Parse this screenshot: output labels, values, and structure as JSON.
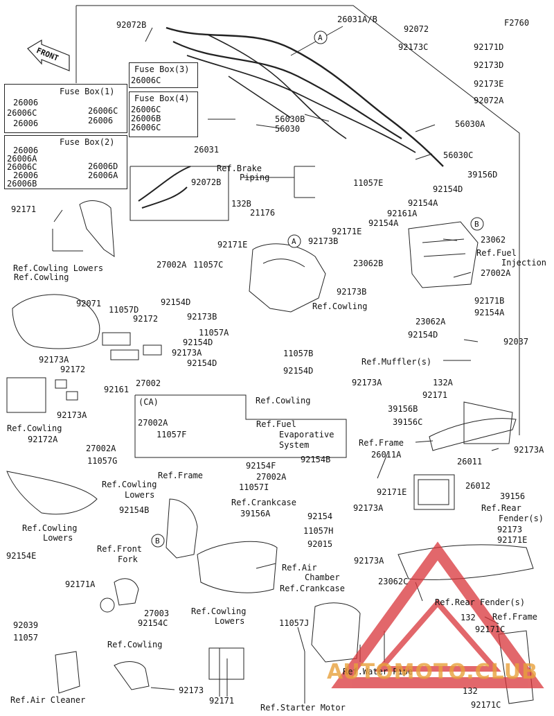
{
  "diagram_code": "F2760",
  "front_label": "FRONT",
  "fuse_box_1": {
    "title": "Fuse Box(1)",
    "parts": [
      "26006",
      "26006C",
      "26006",
      "26006C",
      "26006"
    ]
  },
  "fuse_box_2": {
    "title": "Fuse Box(2)",
    "parts": [
      "26006",
      "26006A",
      "26006C",
      "26006",
      "26006B",
      "26006D",
      "26006A"
    ]
  },
  "fuse_box_3": {
    "title": "Fuse Box(3)",
    "parts": [
      "26006C"
    ]
  },
  "fuse_box_4": {
    "title": "Fuse Box(4)",
    "parts": [
      "26006C",
      "26006B",
      "26006C"
    ]
  },
  "ca_label": "(CA)",
  "callouts": [
    "A",
    "A",
    "B",
    "B"
  ],
  "labels": [
    "92072B",
    "26031A/B",
    "92072",
    "92173C",
    "92171D",
    "92173D",
    "92173E",
    "92072A",
    "56030B",
    "56030",
    "56030A",
    "56030C",
    "39156D",
    "26031",
    "92072B",
    "Ref.Brake",
    "Piping",
    "11057E",
    "92171E",
    "92171",
    "Ref.Cowling Lowers",
    "Ref.Cowling",
    "132B",
    "21176",
    "92171E",
    "92173B",
    "27002A",
    "11057C",
    "92154D",
    "92173B",
    "Ref.Cowling",
    "92173B",
    "11057A",
    "92154D",
    "92173A",
    "92154D",
    "11057B",
    "92154D",
    "92071",
    "11057D",
    "92172",
    "92172",
    "92161",
    "27002",
    "92173A",
    "92173A",
    "Ref.Cowling",
    "92154D",
    "92154A",
    "92161A",
    "92154A",
    "23062",
    "23062B",
    "Ref.Fuel",
    "Injection",
    "27002A",
    "92171B",
    "23062A",
    "92154A",
    "92154D",
    "92037",
    "Ref.Muffler(s)",
    "92173A",
    "Ref.Cowling",
    "132A",
    "92171",
    "39156B",
    "39156C",
    "27002A",
    "11057F",
    "Ref.Fuel",
    "Evaporative",
    "System",
    "Ref.Frame",
    "92154B",
    "26011A",
    "26011",
    "92173A",
    "26012",
    "39156",
    "92172A",
    "27002A",
    "11057G",
    "Ref.Cowling",
    "Lowers",
    "Ref.Frame",
    "92154F",
    "27002A",
    "11057I",
    "Ref.Crankcase",
    "39156A",
    "92171E",
    "92154",
    "92173A",
    "11057H",
    "92015",
    "Ref.Rear",
    "Fender(s)",
    "92173",
    "92171E",
    "92154B",
    "Ref.Front",
    "Fork",
    "27003",
    "92154C",
    "Ref.Air",
    "Chamber",
    "Ref.Crankcase",
    "92173A",
    "23062C",
    "Ref.Rear Fender(s)",
    "Ref.Frame",
    "132",
    "92171C",
    "132",
    "92171C",
    "Ref.Cowling",
    "Lowers",
    "92154E",
    "92171A",
    "92039",
    "11057",
    "Ref.Air Cleaner",
    "Ref.Cowling",
    "92173",
    "Ref.Cowling",
    "Lowers",
    "92171",
    "11057J",
    "Ref.Water Pipe",
    "Ref.Starter Motor"
  ],
  "watermark": {
    "text": "AUTOMOTO.CLUB",
    "color": "#e8a13c",
    "triangle_color": "#d9353a"
  }
}
